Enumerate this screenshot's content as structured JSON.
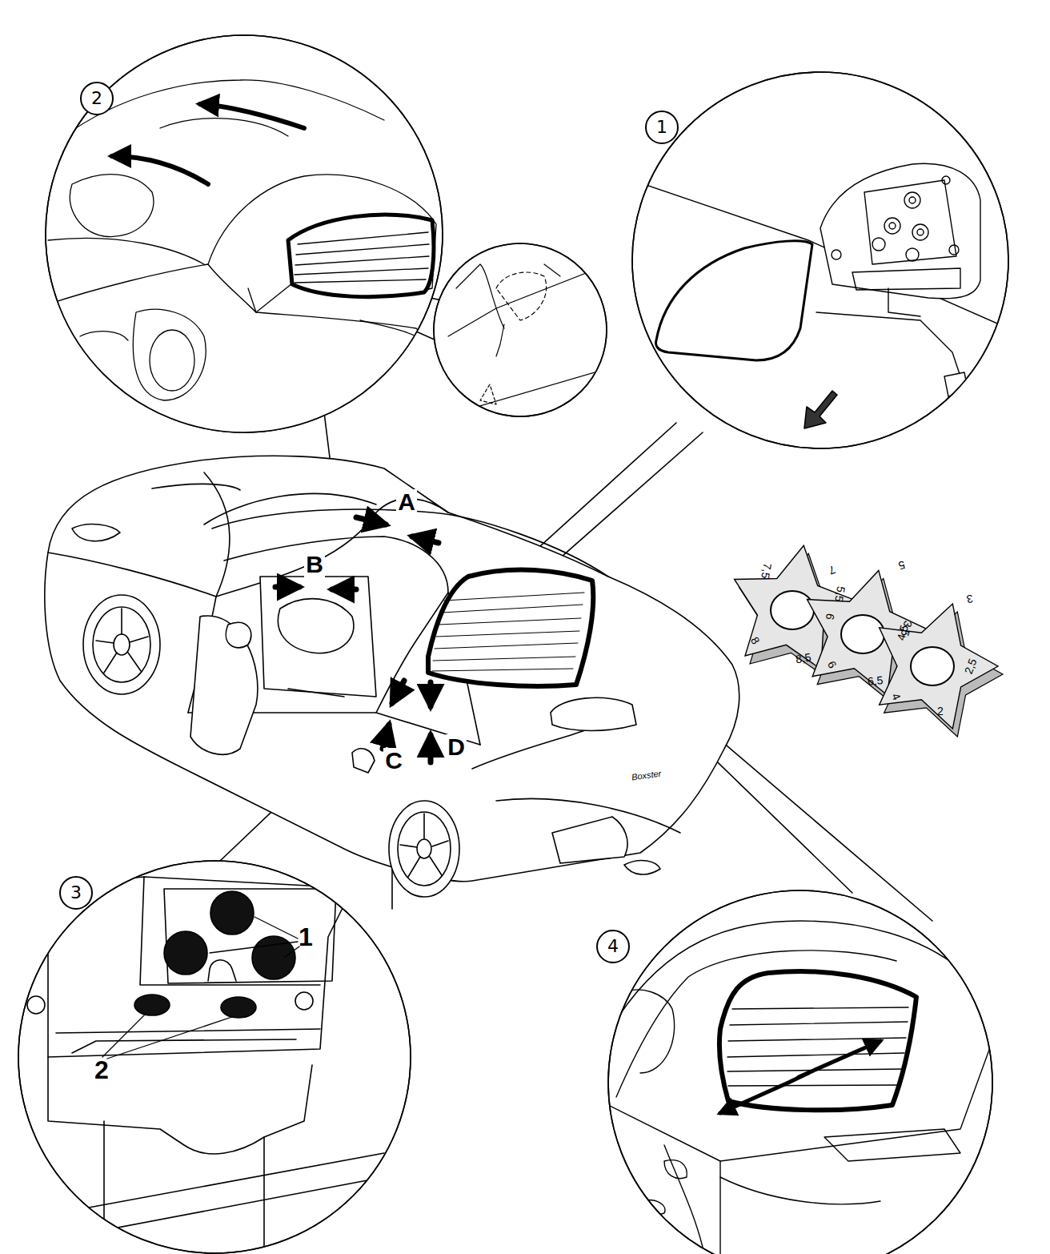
{
  "diagram": {
    "nodes": [
      {
        "text": [
          "2"
        ]
      },
      {
        "text": [
          "1"
        ]
      },
      {
        "text": [
          "3"
        ]
      },
      {
        "text": [
          "4"
        ]
      }
    ],
    "labels": [
      "A",
      "B",
      "C",
      "D",
      "Boxster",
      "1",
      "2",
      "7",
      "7,5",
      "8",
      "8,5",
      "9",
      "5",
      "5,5",
      "6",
      "6,5",
      "4,5",
      "3",
      "3,5",
      "4",
      "2",
      "2,5"
    ]
  }
}
